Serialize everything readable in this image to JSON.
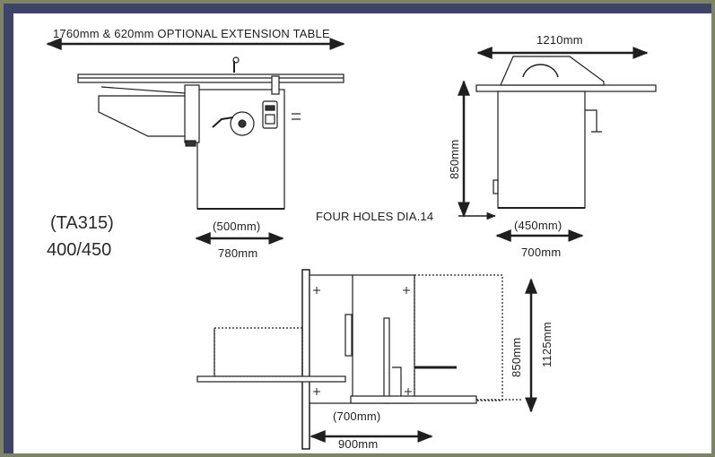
{
  "colors": {
    "border": "#3d4468",
    "background": "#7d8466",
    "sheet": "#ffffff",
    "ink": "#1f1f1f"
  },
  "labels": {
    "extension_table": "1760mm & 620mm OPTIONAL EXTENSION TABLE",
    "width_1210": "1210mm",
    "height_850_side": "850mm",
    "holes": "FOUR HOLES DIA.14",
    "front_500": "(500mm)",
    "front_780": "780mm",
    "side_450": "(450mm)",
    "side_700": "700mm",
    "model_1": "(TA315)",
    "model_2": "400/450",
    "plan_850": "850mm",
    "plan_1125": "1125mm",
    "plan_700": "(700mm)",
    "plan_900": "900mm"
  }
}
